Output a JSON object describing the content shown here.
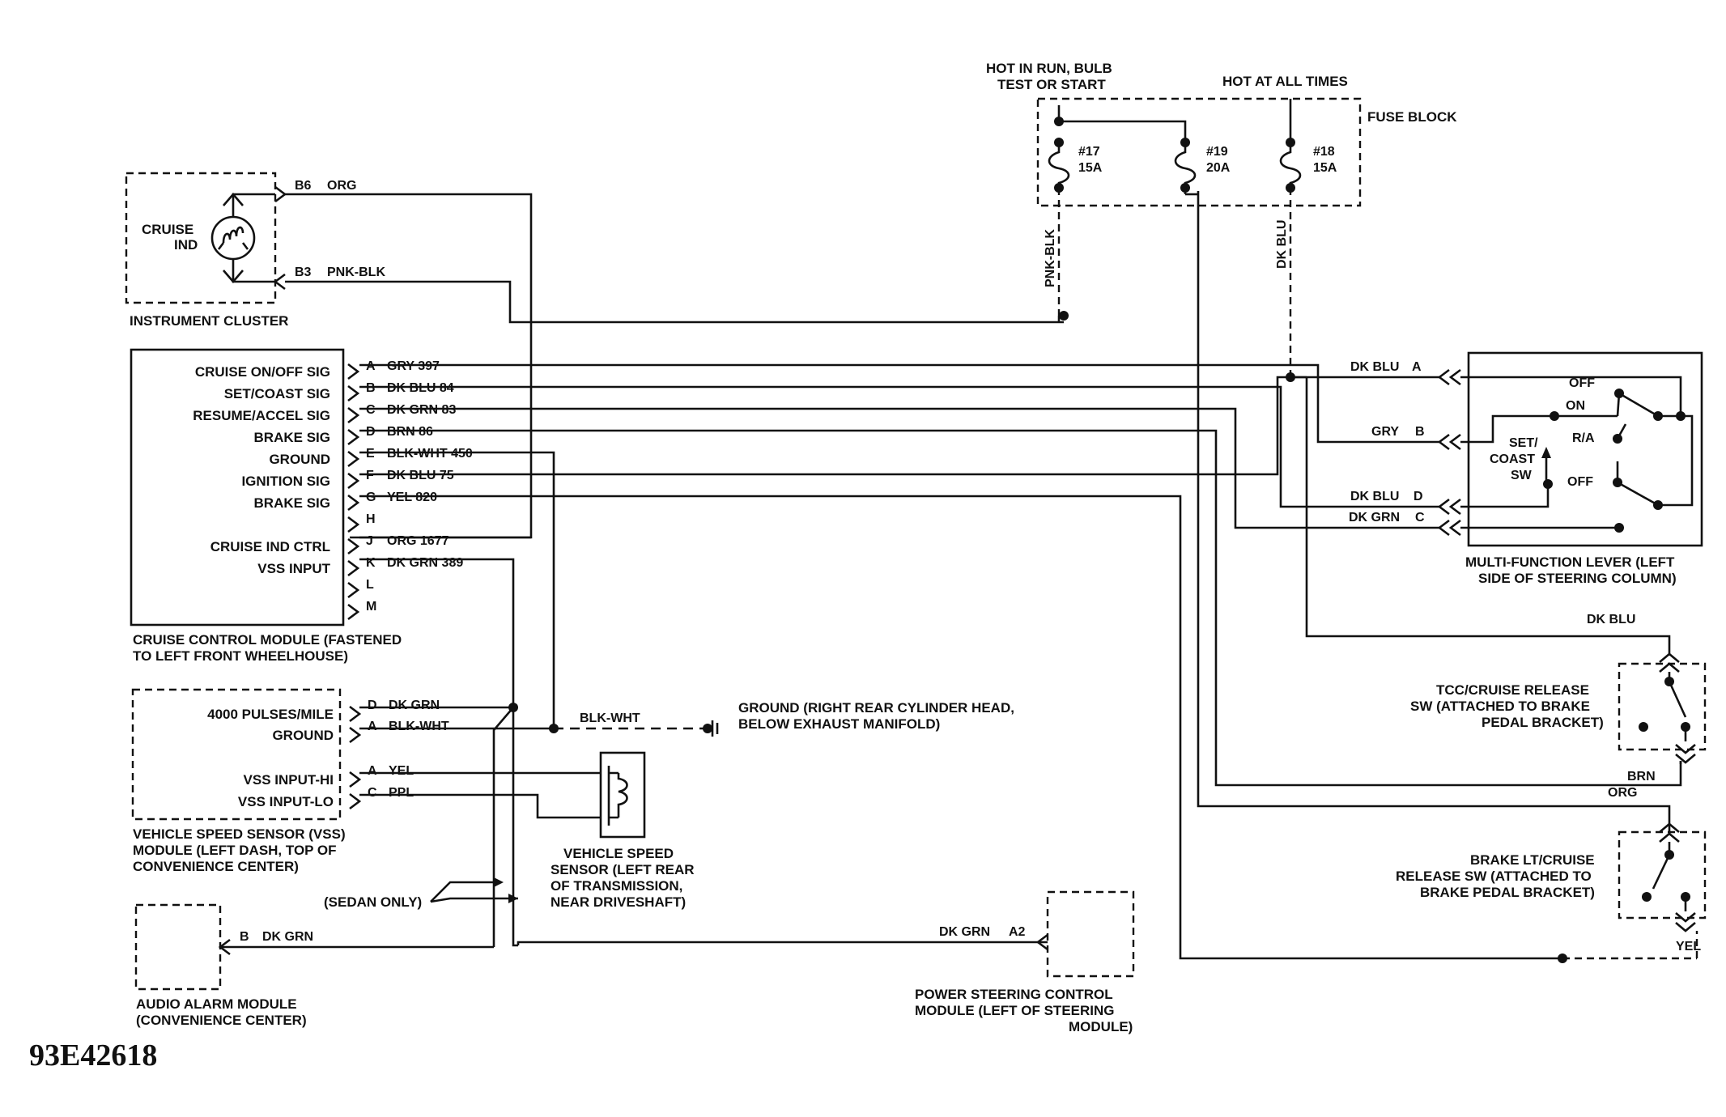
{
  "fuse_block": {
    "label": "FUSE BLOCK",
    "hot_run_1": "HOT IN RUN, BULB",
    "hot_run_2": "TEST OR START",
    "hot_all": "HOT AT ALL TIMES",
    "fuses": [
      {
        "num": "#17",
        "amp": "15A"
      },
      {
        "num": "#19",
        "amp": "20A"
      },
      {
        "num": "#18",
        "amp": "15A"
      }
    ],
    "wire_pnk_blk": "PNK-BLK",
    "wire_dk_blu": "DK BLU"
  },
  "instrument_cluster": {
    "title": "INSTRUMENT CLUSTER",
    "ind_1": "CRUISE",
    "ind_2": "IND",
    "pins": [
      {
        "pin": "B6",
        "wire": "ORG"
      },
      {
        "pin": "B3",
        "wire": "PNK-BLK"
      }
    ]
  },
  "cruise_module": {
    "title_1": "CRUISE CONTROL MODULE (FASTENED",
    "title_2": "TO LEFT FRONT WHEELHOUSE)",
    "rows": [
      {
        "sig": "CRUISE ON/OFF SIG",
        "pin": "A",
        "wire": "GRY 397"
      },
      {
        "sig": "SET/COAST SIG",
        "pin": "B",
        "wire": "DK BLU 84"
      },
      {
        "sig": "RESUME/ACCEL SIG",
        "pin": "C",
        "wire": "DK GRN 83"
      },
      {
        "sig": "BRAKE SIG",
        "pin": "D",
        "wire": "BRN 86"
      },
      {
        "sig": "GROUND",
        "pin": "E",
        "wire": "BLK-WHT 450"
      },
      {
        "sig": "IGNITION SIG",
        "pin": "F",
        "wire": "DK BLU 75"
      },
      {
        "sig": "BRAKE SIG",
        "pin": "G",
        "wire": "YEL 820"
      },
      {
        "sig": "",
        "pin": "H",
        "wire": ""
      },
      {
        "sig": "CRUISE IND CTRL",
        "pin": "J",
        "wire": "ORG 1677"
      },
      {
        "sig": "VSS INPUT",
        "pin": "K",
        "wire": "DK GRN 389"
      },
      {
        "sig": "",
        "pin": "L",
        "wire": ""
      },
      {
        "sig": "",
        "pin": "M",
        "wire": ""
      }
    ]
  },
  "vss_module": {
    "title_1": "VEHICLE SPEED SENSOR (VSS)",
    "title_2": "MODULE (LEFT DASH, TOP OF",
    "title_3": "CONVENIENCE CENTER)",
    "rows": [
      {
        "sig": "4000 PULSES/MILE",
        "pin": "D",
        "wire": "DK GRN"
      },
      {
        "sig": "GROUND",
        "pin": "A",
        "wire": "BLK-WHT"
      },
      {
        "sig": "VSS INPUT-HI",
        "pin": "A",
        "wire": "YEL"
      },
      {
        "sig": "VSS INPUT-LO",
        "pin": "C",
        "wire": "PPL"
      }
    ]
  },
  "ground": {
    "wire": "BLK-WHT",
    "label_1": "GROUND (RIGHT REAR CYLINDER HEAD,",
    "label_2": "BELOW EXHAUST MANIFOLD)"
  },
  "vss_sensor": {
    "label_1": "VEHICLE SPEED",
    "label_2": "SENSOR (LEFT REAR",
    "label_3": "OF TRANSMISSION,",
    "label_4": "NEAR DRIVESHAFT)"
  },
  "sedan_only": "(SEDAN ONLY)",
  "audio_alarm": {
    "pin": "B",
    "wire": "DK GRN",
    "label_1": "AUDIO ALARM MODULE",
    "label_2": "(CONVENIENCE CENTER)"
  },
  "power_steering": {
    "wire": "DK GRN",
    "pin": "A2",
    "label_1": "POWER STEERING CONTROL",
    "label_2": "MODULE (LEFT OF STEERING",
    "label_3": "MODULE)"
  },
  "multi_function": {
    "label_1": "MULTI-FUNCTION LEVER (LEFT",
    "label_2": "SIDE OF STEERING COLUMN)",
    "pins": [
      {
        "wire": "DK BLU",
        "pin": "A"
      },
      {
        "wire": "GRY",
        "pin": "B"
      },
      {
        "wire": "DK BLU",
        "pin": "D"
      },
      {
        "wire": "DK GRN",
        "pin": "C"
      }
    ],
    "off": "OFF",
    "on": "ON",
    "ra": "R/A",
    "set_1": "SET/",
    "set_2": "COAST",
    "set_3": "SW",
    "off2": "OFF"
  },
  "tcc_switch": {
    "wire_in": "DK BLU",
    "wire_out": "BRN",
    "label_1": "TCC/CRUISE RELEASE",
    "label_2": "SW (ATTACHED TO BRAKE",
    "label_3": "PEDAL BRACKET)"
  },
  "brake_switch": {
    "wire_in": "ORG",
    "wire_out": "YEL",
    "label_1": "BRAKE LT/CRUISE",
    "label_2": "RELEASE SW (ATTACHED TO",
    "label_3": "BRAKE PEDAL BRACKET)"
  },
  "figure_id": "93E42618"
}
